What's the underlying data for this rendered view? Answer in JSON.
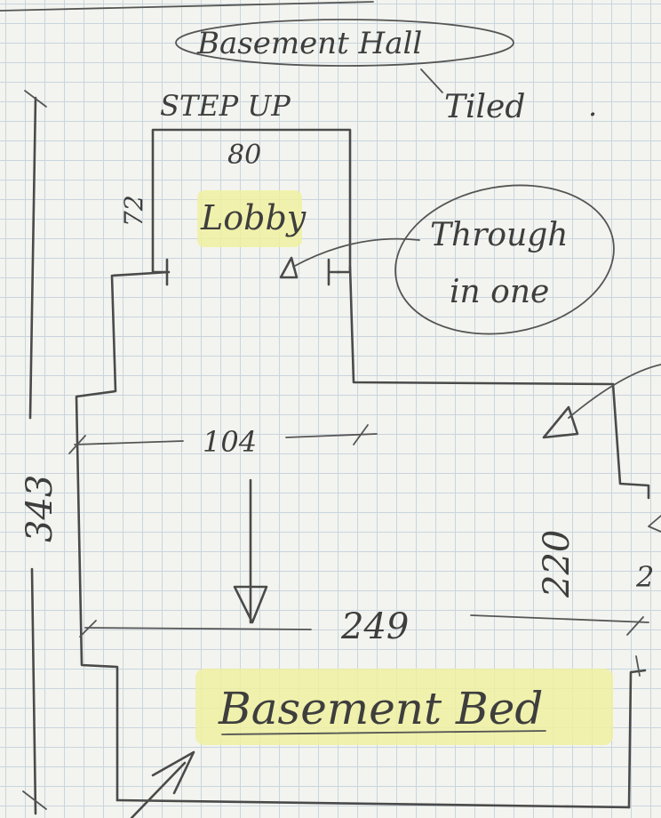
{
  "labels": {
    "hall_title": "Basement Hall",
    "tiled_note": "Tiled",
    "step_up": "STEP UP",
    "lobby_width": "80",
    "lobby_depth": "72",
    "lobby_name": "Lobby",
    "through_note_line1": "Through",
    "through_note_line2": "in one",
    "width_104": "104",
    "height_343": "343",
    "depth_220": "220",
    "width_249": "249",
    "room_name": "Basement Bed",
    "edge_fragment": "2"
  },
  "colors": {
    "ink": "#4a4a4a",
    "highlighter": "#eef0a0",
    "grid": "#c9d4de"
  }
}
